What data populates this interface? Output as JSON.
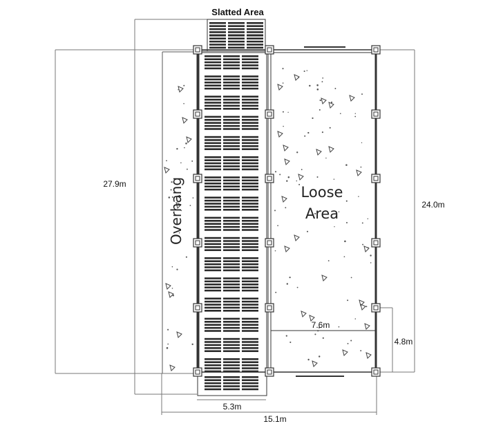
{
  "labels": {
    "slatted_area": "Slatted Area",
    "overhang": "Overhang",
    "loose_line1": "Loose",
    "loose_line2": "Area"
  },
  "dimensions": {
    "height_total": "27.9m",
    "height_right": "24.0m",
    "width_slat": "5.3m",
    "width_total": "15.1m",
    "inner_width": "7.6m",
    "inner_height": "4.8m"
  },
  "colors": {
    "line": "#333333",
    "thin_line": "#777777",
    "slat": "#2a2a2a"
  }
}
